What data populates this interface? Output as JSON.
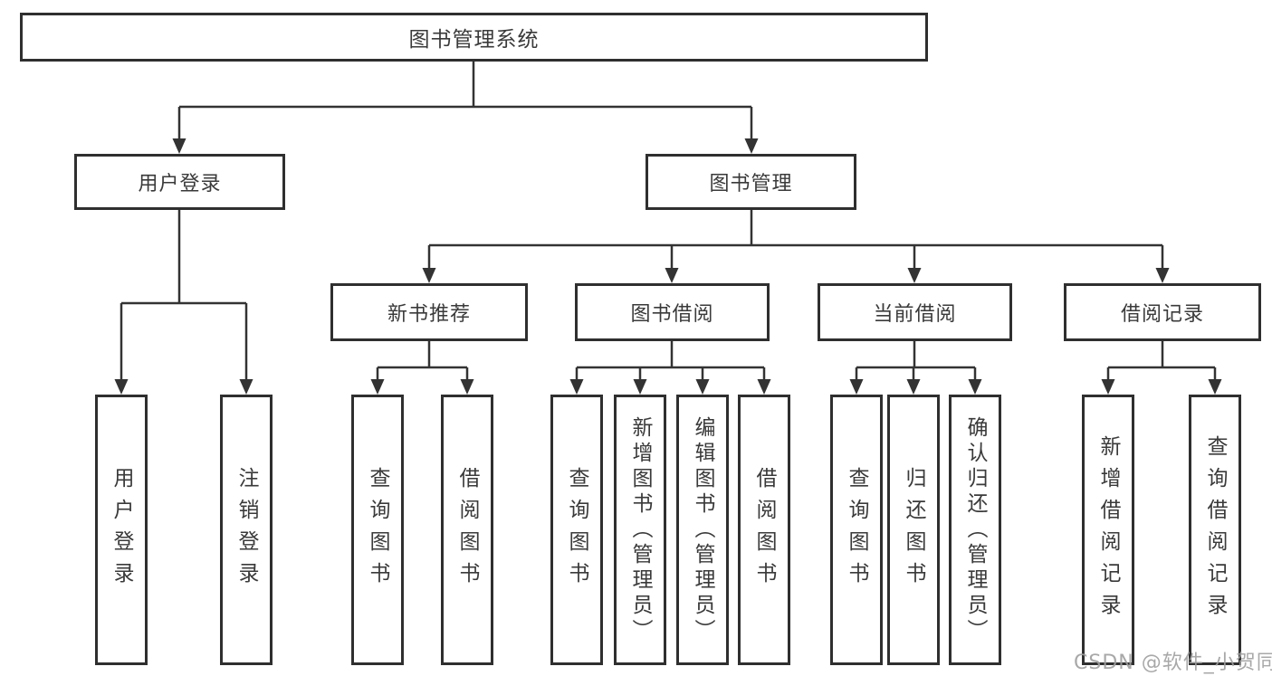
{
  "diagram_title": "图书管理系统",
  "tree": {
    "label": "图书管理系统",
    "children": [
      {
        "label": "用户登录",
        "children": [
          {
            "label": "用户登录"
          },
          {
            "label": "注销登录"
          }
        ]
      },
      {
        "label": "图书管理",
        "children": [
          {
            "label": "新书推荐",
            "children": [
              {
                "label": "查询图书"
              },
              {
                "label": "借阅图书"
              }
            ]
          },
          {
            "label": "图书借阅",
            "children": [
              {
                "label": "查询图书"
              },
              {
                "label": "新增图书（管理员）"
              },
              {
                "label": "编辑图书（管理员）"
              },
              {
                "label": "借阅图书"
              }
            ]
          },
          {
            "label": "当前借阅",
            "children": [
              {
                "label": "查询图书"
              },
              {
                "label": "归还图书"
              },
              {
                "label": "确认归还（管理员）"
              }
            ]
          },
          {
            "label": "借阅记录",
            "children": [
              {
                "label": "新增借阅记录"
              },
              {
                "label": "查询借阅记录"
              }
            ]
          }
        ]
      }
    ]
  },
  "watermark": {
    "text": "CSDN @软件_小贺同学"
  },
  "colors": {
    "line": "#333333",
    "box_border": "#2f2f2f",
    "text": "#3a3a3a",
    "watermark": "#9e9e9e",
    "background": "#ffffff"
  }
}
